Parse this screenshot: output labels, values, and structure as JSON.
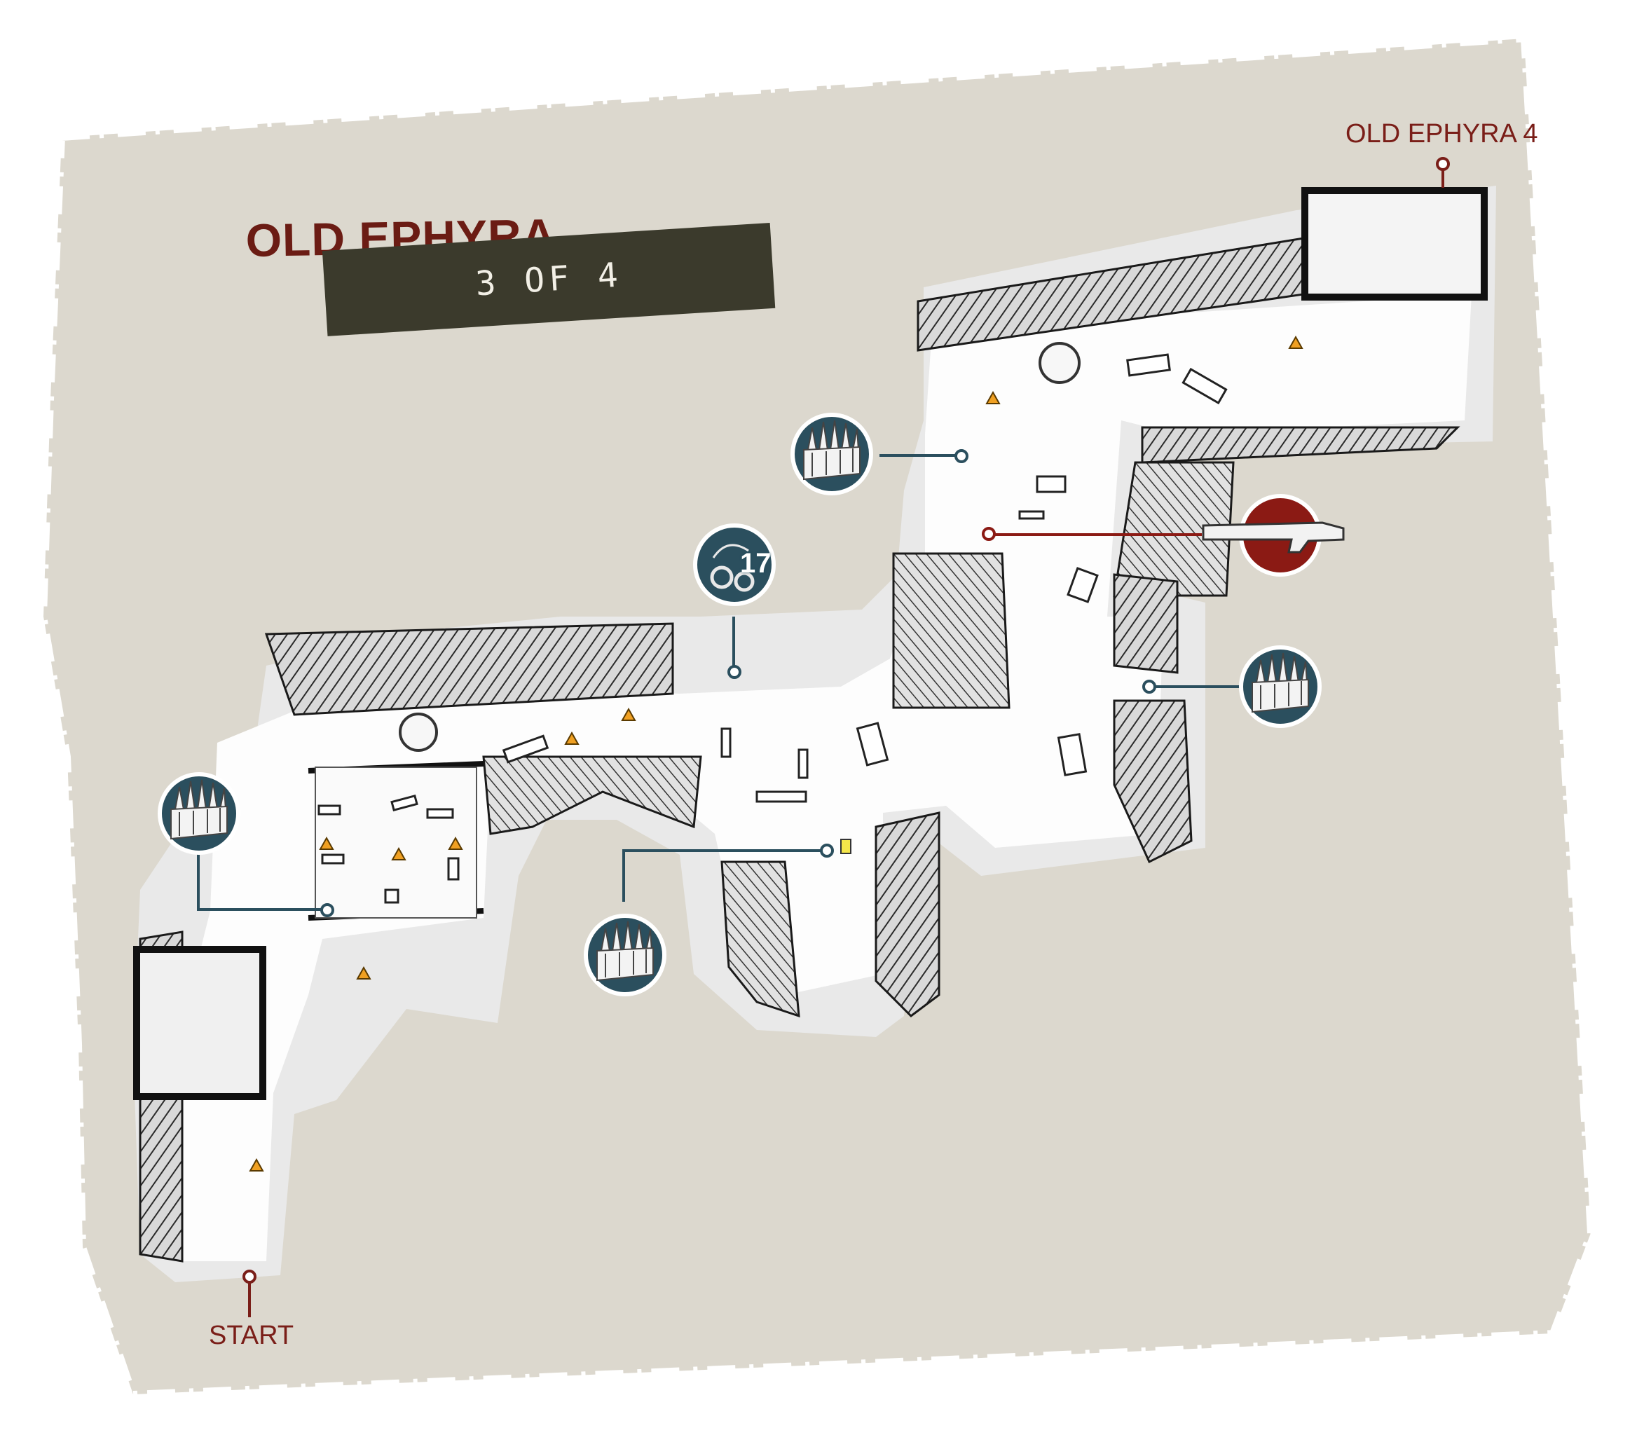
{
  "map": {
    "title": "OLD EPHYRA",
    "subtitle": "3 OF 4",
    "exit_label": "OLD EPHYRA 4",
    "start_label": "START",
    "collectible_count": "17"
  },
  "legend_icons": {
    "ammo_crate": "ammo-crate-icon",
    "collectible": "cog-tags-collectible-icon",
    "weapon": "shotgun-icon",
    "hazard": "warning-triangle-icon"
  },
  "colors": {
    "paper": "#dcd8ce",
    "marker_teal": "#2b4f5e",
    "marker_red": "#8b1a14",
    "title_red": "#6b1c14",
    "band": "#3b3a2c"
  }
}
